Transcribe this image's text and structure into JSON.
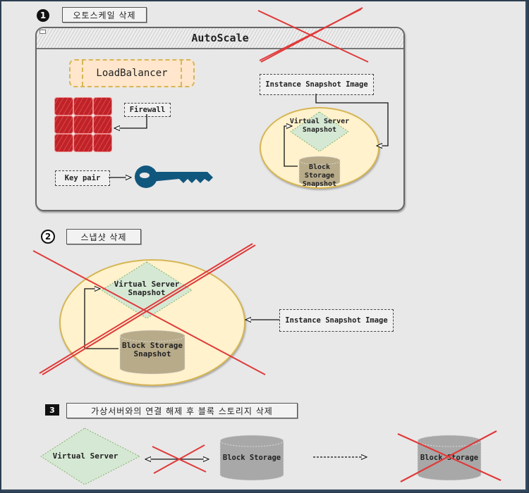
{
  "step1": {
    "badge": "1",
    "title": "오토스케일 삭제",
    "window_title": "AutoScale",
    "load_balancer": "LoadBalancer",
    "firewall_label": "Firewall",
    "keypair_label": "Key pair",
    "instance_snapshot_label": "Instance Snapshot Image",
    "vs_snapshot": "Virtual Server Snapshot",
    "bs_snapshot": "Block Storage Snapshot",
    "deleted": true
  },
  "step2": {
    "badge": "2",
    "title": "스냅샷 삭제",
    "vs_snapshot": "Virtual Server Snapshot",
    "bs_snapshot": "Block Storage Snapshot",
    "instance_snapshot_label": "Instance Snapshot Image",
    "deleted": true
  },
  "step3": {
    "badge": "3",
    "title": "가상서버와의 연결 해제 후 블록 스토리지 삭제",
    "virtual_server": "Virtual Server",
    "block_storage": "Block Storage",
    "block_storage_deleted": "Block Storage"
  },
  "colors": {
    "cross": "#e03a3a",
    "loadbalancer_fill": "#ffe6cc",
    "snapshot_circle_fill": "#fff2cc",
    "vs_fill": "#d5e8d4",
    "bs_snapshot_fill": "#b8ab8a",
    "bs_fill": "#a8a8a8",
    "firewall": "#c02227",
    "key": "#10577e"
  }
}
